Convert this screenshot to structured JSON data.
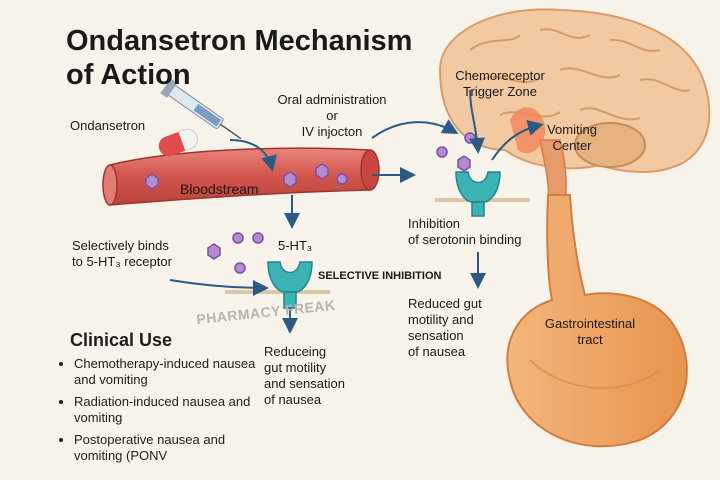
{
  "title_line1": "Ondansetron Mechanism",
  "title_line2": "of Action",
  "labels": {
    "ondansetron": "Ondansetron",
    "oral_line1": "Oral administration",
    "oral_line2": "or",
    "oral_line3": "IV injocton",
    "bloodstream": "Bloodstream",
    "binds_line1": "Selectively binds",
    "binds_line2": "to 5-HT₃ receptor",
    "ht3": "5-HT₃",
    "selective_inhibition": "SELECTIVE INHIBITION",
    "ctz_line1": "Chemoreceptor",
    "ctz_line2": "Trigger Zone",
    "vomiting_line1": "Vomiting",
    "vomiting_line2": "Center",
    "inhibition_line1": "Inhibition",
    "inhibition_line2": "of serotonin binding",
    "reduced_line1": "Reduced gut",
    "reduced_line2": "motility and",
    "reduced_line3": "sensation",
    "reduced_line4": "of nausea",
    "reduceing_line1": "Reduceing",
    "reduceing_line2": "gut motility",
    "reduceing_line3": "and sensation",
    "reduceing_line4": "of nausea",
    "gi_line1": "Gastrointestinal",
    "gi_line2": "tract",
    "watermark": "PHARMACY FREAK"
  },
  "clinical_use": {
    "title": "Clinical Use",
    "items": [
      "Chemotherapy-induced nausea and vomiting",
      "Radiation-induced nausea and vomiting",
      "Postoperative nausea and vomiting (PONV"
    ]
  },
  "colors": {
    "vessel": "#d9534f",
    "receptor": "#3bb3b5",
    "molecule": "#9b59b6",
    "brain": "#f2c49b",
    "gi_tract": "#f0a868",
    "arrow": "#2c5a85"
  }
}
